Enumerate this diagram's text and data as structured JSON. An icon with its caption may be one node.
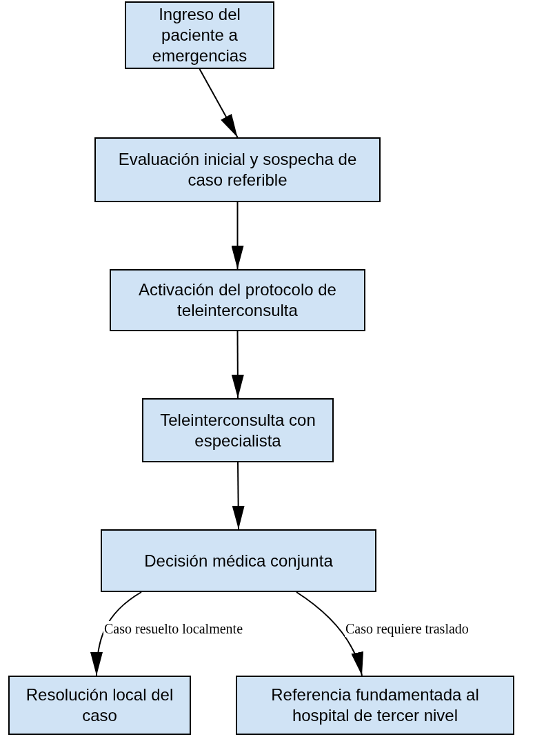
{
  "diagram": {
    "nodes": [
      {
        "text": [
          "Ingreso del paciente a emergencias"
        ]
      },
      {
        "text": [
          "Evaluación inicial y sospecha de caso referible"
        ]
      },
      {
        "text": [
          "Activación del protocolo de teleinterconsulta"
        ]
      },
      {
        "text": [
          "Teleinterconsulta con especialista"
        ]
      },
      {
        "text": [
          "Decisión médica conjunta"
        ]
      },
      {
        "text": [
          "Resolución local del caso"
        ]
      },
      {
        "text": [
          "Referencia fundamentada al hospital de tercer nivel"
        ]
      }
    ],
    "edges": [
      {
        "from": 0,
        "to": 1,
        "arrow": "to"
      },
      {
        "from": 1,
        "to": 2,
        "arrow": "to"
      },
      {
        "from": 2,
        "to": 3,
        "arrow": "to"
      },
      {
        "from": 3,
        "to": 4,
        "arrow": "to"
      },
      {
        "from": 4,
        "to": 5,
        "arrow": "to",
        "label": "Caso resuelto localmente"
      },
      {
        "from": 4,
        "to": 6,
        "arrow": "to",
        "label": "Caso requiere traslado"
      }
    ]
  }
}
